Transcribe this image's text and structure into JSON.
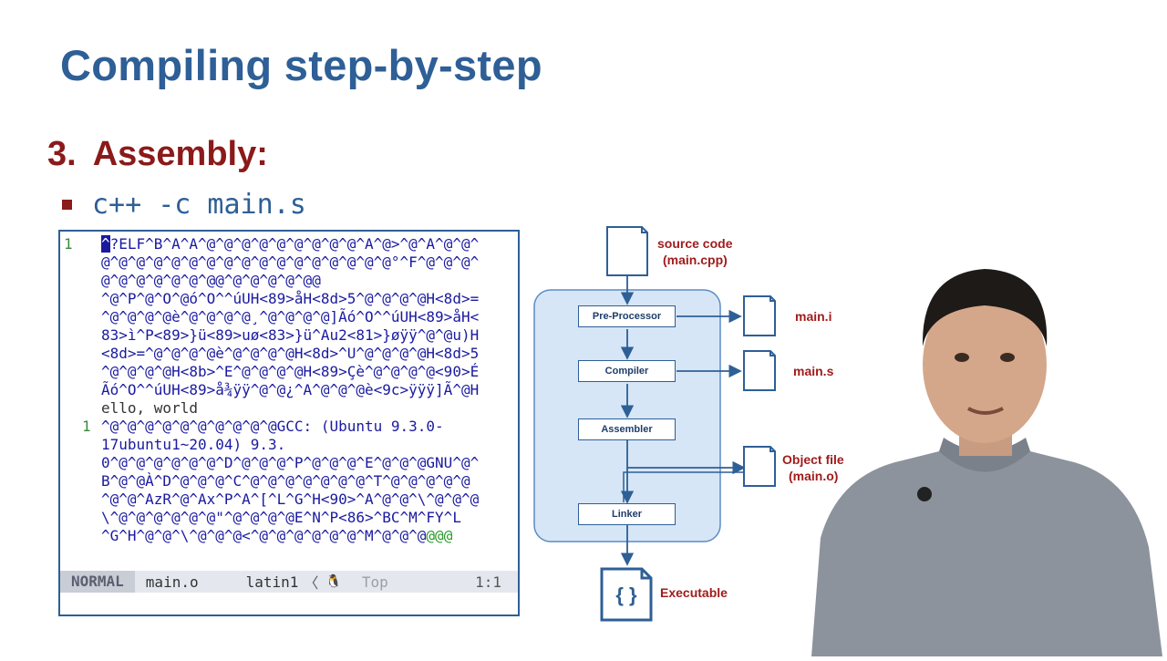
{
  "slide": {
    "title": "Compiling step-by-step",
    "section_number": "3.",
    "section_title": "Assembly:",
    "command": "c++ -c main.s"
  },
  "terminal": {
    "lines": [
      {
        "num": "1",
        "indent": false,
        "cursor_char": "^",
        "text": "?ELF^B^A^A^@^@^@^@^@^@^@^@^@^A^@>^@^A^@^@^"
      },
      {
        "num": "",
        "text": "@^@^@^@^@^@^@^@^@^@^@^@^@^@^@^@^@°^F^@^@^@^"
      },
      {
        "num": "",
        "text": "@^@^@^@^@^@^@@^@^@^@^@^@@"
      },
      {
        "num": "",
        "text": "^@^P^@^O^@ó^O^^úUH<89>åH<8d>5^@^@^@^@H<8d>="
      },
      {
        "num": "",
        "text": "^@^@^@^@è^@^@^@^@¸^@^@^@^@]Ãó^O^^úUH<89>åH<"
      },
      {
        "num": "",
        "text": "83>ì^P<89>}ü<89>uø<83>}ü^Au2<81>}øÿÿ^@^@u)H"
      },
      {
        "num": "",
        "text": "<8d>=^@^@^@^@è^@^@^@^@H<8d>^U^@^@^@^@H<8d>5"
      },
      {
        "num": "",
        "text": "^@^@^@^@H<8b>^E^@^@^@^@H<89>Çè^@^@^@^@<90>É"
      },
      {
        "num": "",
        "text": "Ãó^O^^úUH<89>å¾ÿÿ^@^@¿^A^@^@^@è<9c>ÿÿÿ]Ã^@H"
      },
      {
        "num": "",
        "plain": true,
        "text": "ello, world"
      },
      {
        "num": "1",
        "indent": true,
        "text": "^@^@^@^@^@^@^@^@^@^@GCC: (Ubuntu 9.3.0-"
      },
      {
        "num": "",
        "text": "17ubuntu1~20.04) 9.3."
      },
      {
        "num": "",
        "text": "0^@^@^@^@^@^@^D^@^@^@^P^@^@^@^E^@^@^@GNU^@^"
      },
      {
        "num": "",
        "text": "B^@^@À^D^@^@^@^C^@^@^@^@^@^@^@^T^@^@^@^@^@"
      },
      {
        "num": "",
        "text": "^@^@^AzR^@^Ax^P^A^[^L^G^H<90>^A^@^@^\\^@^@^@"
      },
      {
        "num": "",
        "text": "\\^@^@^@^@^@^@\"^@^@^@^@E^N^P<86>^BC^M^FY^L"
      },
      {
        "num": "",
        "text": "^G^H^@^@^\\^@^@^@<^@^@^@^@^@^@^M^@^@^@",
        "trail": "@@@"
      }
    ],
    "status": {
      "mode": "NORMAL",
      "file": "main.o",
      "encoding": "latin1",
      "separator": "〈",
      "icon": "linux-icon",
      "position": "Top",
      "line_col": "1:1"
    }
  },
  "diagram": {
    "source_label_1": "source code",
    "source_label_2": "(main.cpp)",
    "stages": [
      "Pre-Processor",
      "Compiler",
      "Assembler",
      "Linker"
    ],
    "out_pre": "main.i",
    "out_comp": "main.s",
    "obj_label_1": "Object file",
    "obj_label_2": "(main.o)",
    "exe_label": "Executable",
    "exe_icon_text": "{ }",
    "accent_color": "#2e5f96",
    "label_color": "#a01c1c",
    "pipeline_fill": "#d6e6f6"
  },
  "presenter": {
    "icon": "presenter-photo"
  }
}
